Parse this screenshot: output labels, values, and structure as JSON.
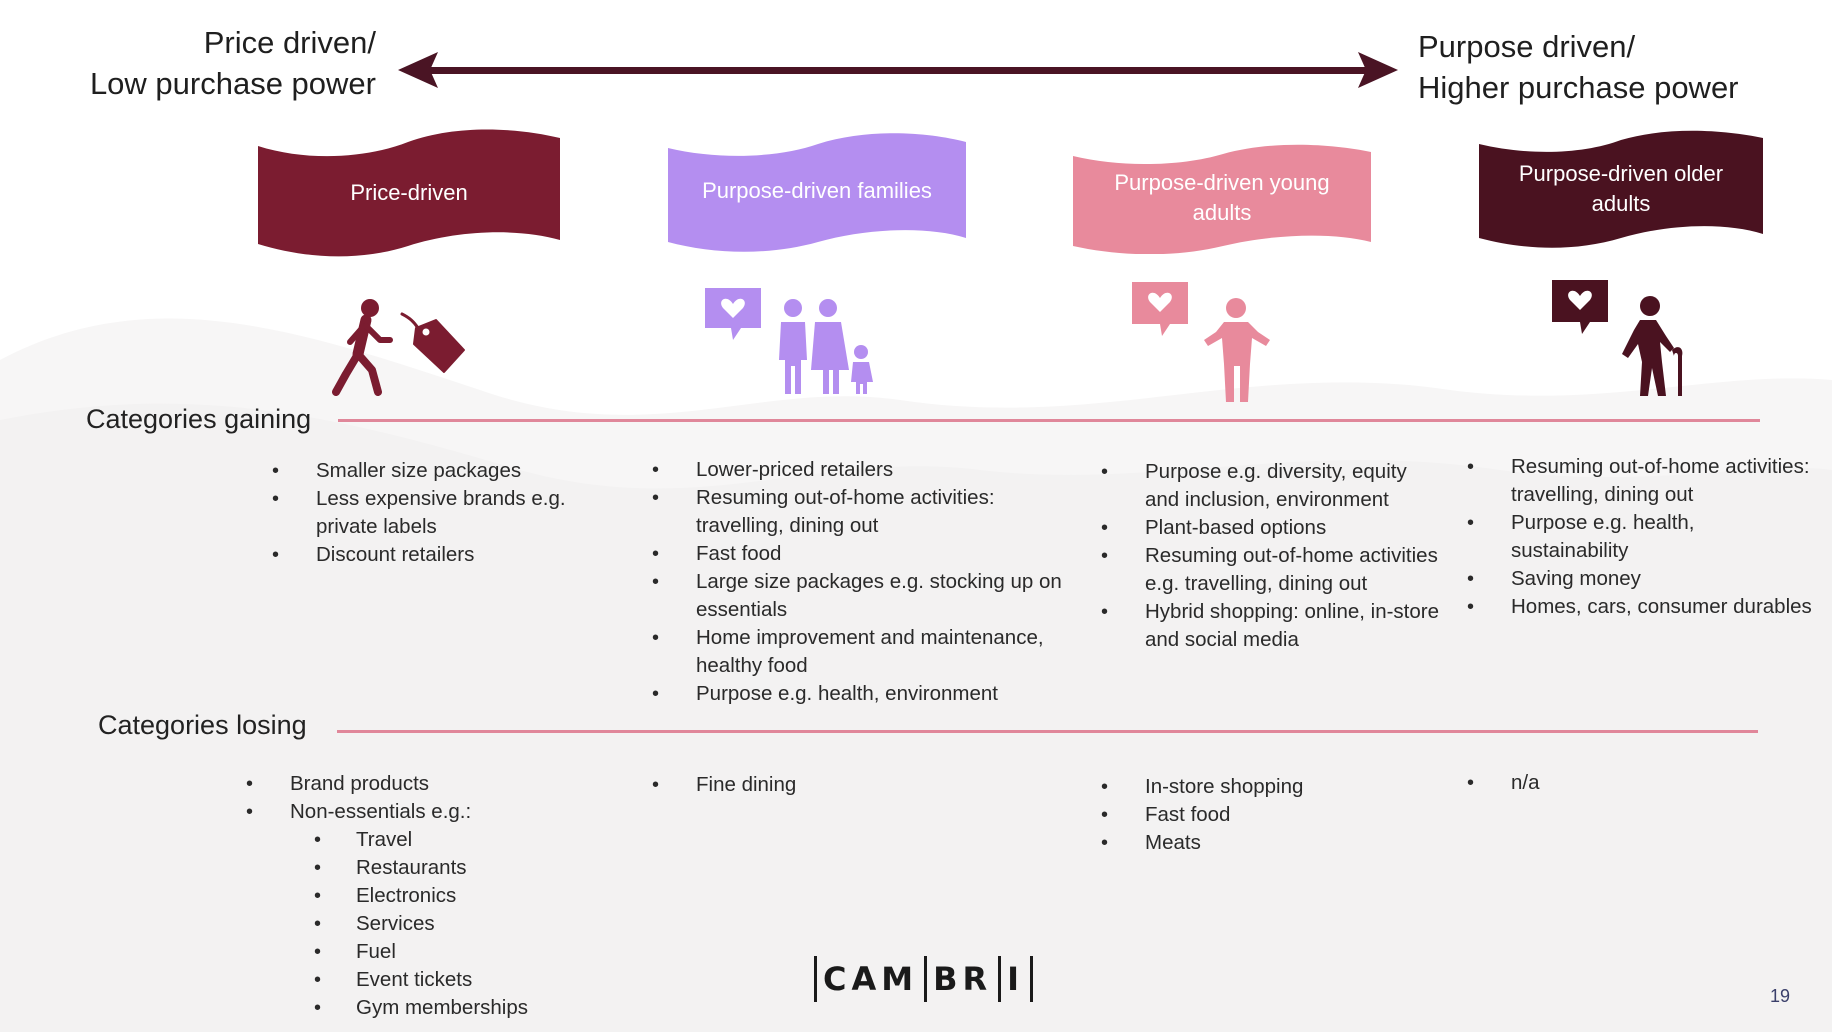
{
  "axis": {
    "left_line1": "Price driven/",
    "left_line2": "Low purchase power",
    "right_line1": "Purpose driven/",
    "right_line2": "Higher purchase power",
    "arrow_color": "#4a1424"
  },
  "segments": [
    {
      "label": "Price-driven",
      "color": "#7b1c30",
      "icon": "walking-person-with-price-tag-icon"
    },
    {
      "label": "Purpose-driven families",
      "color": "#b48ef0",
      "icon": "family-with-heart-icon"
    },
    {
      "label": "Purpose-driven young adults",
      "color": "#e88a9c",
      "icon": "young-adult-with-heart-icon"
    },
    {
      "label": "Purpose-driven older adults",
      "color": "#4a1220",
      "icon": "older-adult-with-heart-icon"
    }
  ],
  "gaining": {
    "title": "Categories gaining",
    "col0": [
      "Smaller size packages",
      "Less expensive brands e.g. private labels",
      "Discount retailers"
    ],
    "col1": [
      "Lower-priced retailers",
      "Resuming out-of-home activities: travelling, dining out",
      "Fast food",
      "Large size packages e.g. stocking up on essentials",
      "Home improvement and maintenance, healthy food",
      "Purpose e.g. health, environment"
    ],
    "col2": [
      "Purpose e.g. diversity, equity and inclusion, environment",
      "Plant-based options",
      "Resuming out-of-home activities e.g. travelling, dining out",
      "Hybrid shopping: online, in-store and social media"
    ],
    "col3": [
      "Resuming out-of-home activities: travelling, dining out",
      "Purpose e.g. health, sustainability",
      "Saving money",
      "Homes, cars, consumer durables"
    ]
  },
  "losing": {
    "title": "Categories losing",
    "col0": [
      "Brand products",
      "Non-essentials e.g.:"
    ],
    "col0_sub": [
      "Travel",
      "Restaurants",
      "Electronics",
      "Services",
      "Fuel",
      "Event tickets",
      "Gym memberships"
    ],
    "col1": [
      "Fine dining"
    ],
    "col2": [
      "In-store shopping",
      "Fast food",
      "Meats"
    ],
    "col3": [
      "n/a"
    ]
  },
  "rule_color": "#e0879a",
  "footer": {
    "logo_parts": [
      "CAM",
      "BR",
      "I"
    ],
    "page_number": "19"
  }
}
